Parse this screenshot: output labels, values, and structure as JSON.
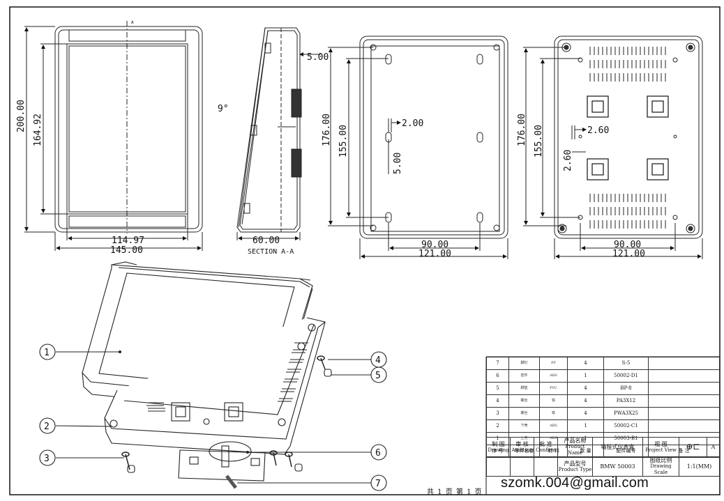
{
  "drawing": {
    "front_view": {
      "height_outer": "200.00",
      "height_inner": "164.92",
      "width_inner": "114.97",
      "width_outer": "145.00",
      "section_mark": "A"
    },
    "side_view": {
      "depth": "60.00",
      "offset": "5.00",
      "angle": "9°",
      "section_label": "SECTION A-A"
    },
    "back_view": {
      "height_outer": "176.00",
      "height_inner": "155.00",
      "hole_width": "2.00",
      "hole_height": "5.00",
      "spacing": "90.00",
      "width": "121.00"
    },
    "inside_view": {
      "height_outer": "176.00",
      "height_inner": "155.00",
      "slot_w": "2.60",
      "slot_h": "2.60",
      "spacing": "90.00",
      "width": "121.00"
    },
    "balloons": [
      "1",
      "2",
      "3",
      "4",
      "5",
      "6",
      "7"
    ]
  },
  "bom": {
    "rows": [
      {
        "no": "7",
        "name": "脚钉",
        "material": "PP",
        "qty": "4",
        "code": "S-5"
      },
      {
        "no": "6",
        "name": "挂件",
        "material": "ABS",
        "qty": "1",
        "code": "50002-D1"
      },
      {
        "no": "5",
        "name": "脚垫",
        "material": "PVC",
        "qty": "4",
        "code": "BP-8"
      },
      {
        "no": "4",
        "name": "螺丝",
        "material": "铁",
        "qty": "4",
        "code": "PA3X12"
      },
      {
        "no": "3",
        "name": "螺丝",
        "material": "铁",
        "qty": "4",
        "code": "PWA3X25"
      },
      {
        "no": "2",
        "name": "下壳",
        "material": "ABS",
        "qty": "1",
        "code": "50002-C1"
      },
      {
        "no": "1",
        "name": "上壳",
        "material": "ABS",
        "qty": "1",
        "code": "50003-B1"
      }
    ],
    "headers": {
      "no": "序 号",
      "name": "零件名称",
      "material": "材 料",
      "qty": "数 量",
      "code": "配件编号",
      "remark": "备 注"
    }
  },
  "title_block": {
    "drawing_cn": "制 图",
    "drawing_en": "Drawing",
    "auditing_cn": "审 核",
    "auditing_en": "Auditing",
    "confirm_cn": "批 准",
    "confirm_en": "Confirm",
    "product_name_cn": "产品名称",
    "product_name_en": "Product Name",
    "product_name_value": "墙挂式仪表盒",
    "project_view_cn": "视 图",
    "project_view_en": "Project View",
    "projection_symbol": "⊕⊏",
    "sheet_size": "A",
    "product_type_cn": "产品型号",
    "product_type_en": "Product Type",
    "product_type_value": "BMW 50003",
    "scale_cn": "图纸比例",
    "scale_en": "Drawing Scale",
    "scale_value": "1:1(MM)"
  },
  "page_info": "共 1 页  第 1 页",
  "email": "szomk.004@gmail.com"
}
